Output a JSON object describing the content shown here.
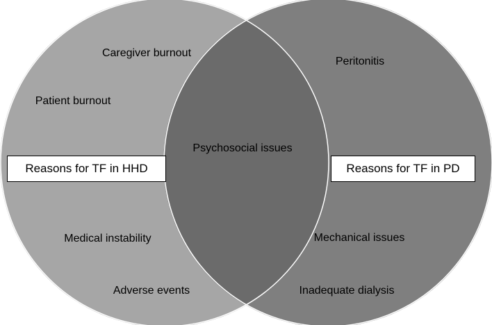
{
  "colors": {
    "left_circle": "#a6a6a6",
    "right_circle": "#7f7f7f",
    "overlap": "#6b6b6b",
    "outline": "#ffffff",
    "label_box_bg": "#ffffff",
    "text": "#000000"
  },
  "diagram": {
    "type": "venn",
    "left_set": {
      "title": "Reasons for TF in HHD",
      "items": [
        "Caregiver burnout",
        "Patient burnout",
        "Medical instability",
        "Adverse events"
      ]
    },
    "right_set": {
      "title": "Reasons for TF in PD",
      "items": [
        "Peritonitis",
        "Mechanical issues",
        "Inadequate dialysis"
      ]
    },
    "overlap": {
      "items": [
        "Psychosocial issues"
      ]
    }
  }
}
